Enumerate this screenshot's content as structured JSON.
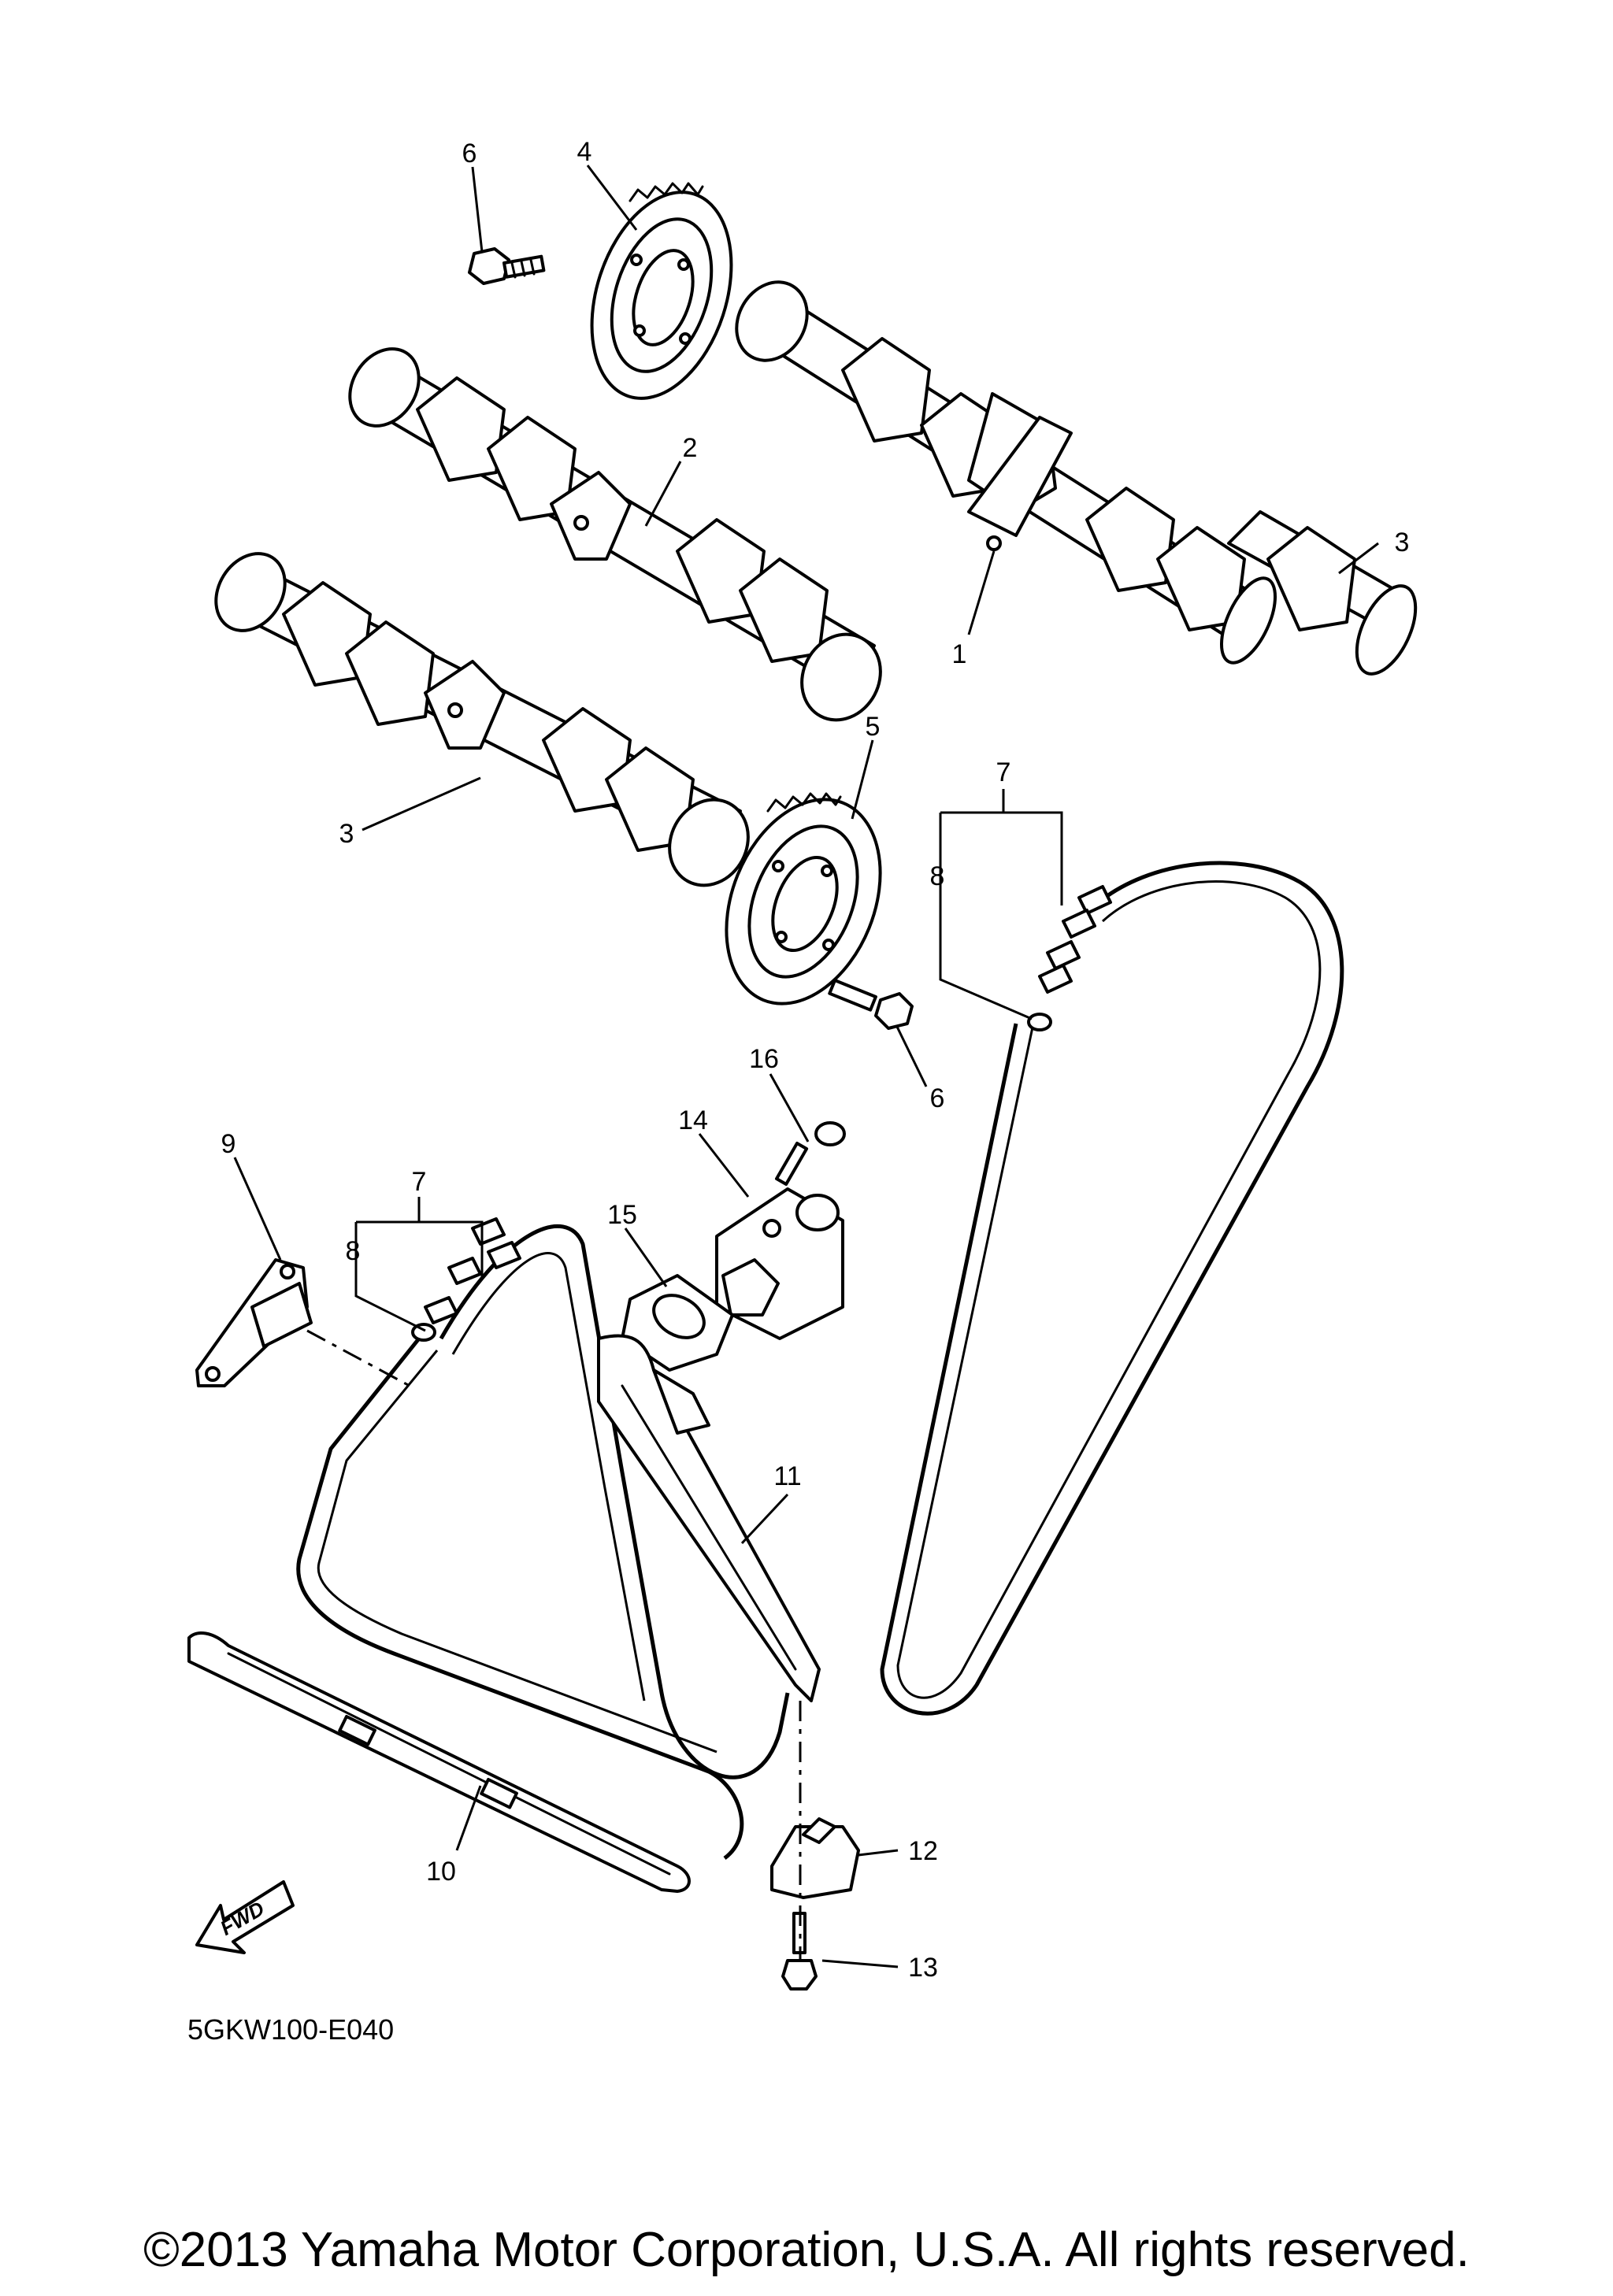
{
  "diagram": {
    "code": "5GKW100-E040",
    "fwd_label": "FWD",
    "copyright": "©2013 Yamaha Motor Corporation, U.S.A. All rights reserved."
  },
  "callouts": [
    {
      "id": "c1",
      "label": "1"
    },
    {
      "id": "c2",
      "label": "2"
    },
    {
      "id": "c3a",
      "label": "3"
    },
    {
      "id": "c3b",
      "label": "3"
    },
    {
      "id": "c4",
      "label": "4"
    },
    {
      "id": "c5",
      "label": "5"
    },
    {
      "id": "c6a",
      "label": "6"
    },
    {
      "id": "c6b",
      "label": "6"
    },
    {
      "id": "c7a",
      "label": "7"
    },
    {
      "id": "c7b",
      "label": "7"
    },
    {
      "id": "c8a",
      "label": "8"
    },
    {
      "id": "c8b",
      "label": "8"
    },
    {
      "id": "c9",
      "label": "9"
    },
    {
      "id": "c10",
      "label": "10"
    },
    {
      "id": "c11",
      "label": "11"
    },
    {
      "id": "c12",
      "label": "12"
    },
    {
      "id": "c13",
      "label": "13"
    },
    {
      "id": "c14",
      "label": "14"
    },
    {
      "id": "c15",
      "label": "15"
    },
    {
      "id": "c16",
      "label": "16"
    }
  ]
}
